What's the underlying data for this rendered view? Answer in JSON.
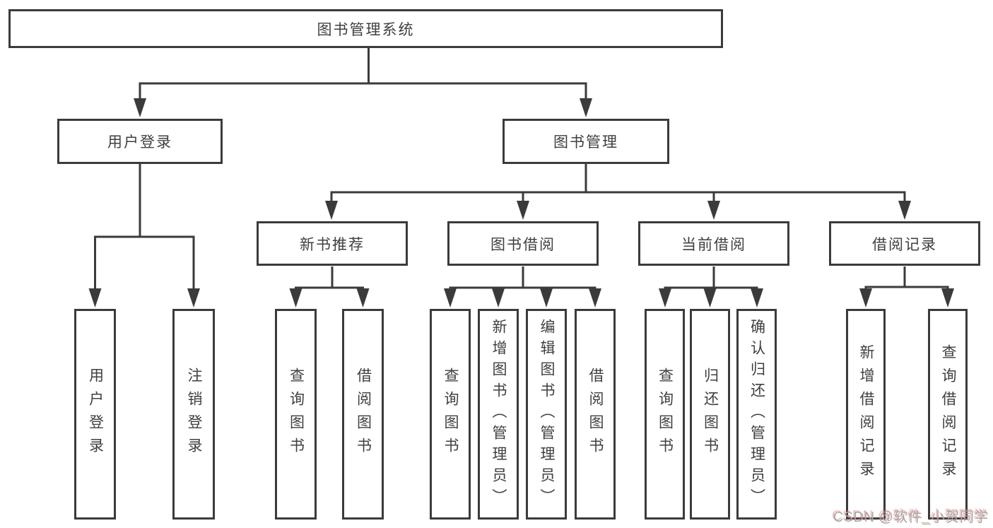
{
  "diagram": {
    "root": {
      "label": "图书管理系统"
    },
    "level2": [
      {
        "label": "用户登录"
      },
      {
        "label": "图书管理"
      }
    ],
    "level3": [
      {
        "label": "新书推荐"
      },
      {
        "label": "图书借阅"
      },
      {
        "label": "当前借阅"
      },
      {
        "label": "借阅记录"
      }
    ],
    "leaves": {
      "user_login": [
        "用户登录",
        "注销登录"
      ],
      "new_books": [
        "查询图书",
        "借阅图书"
      ],
      "book_borrow": [
        "查询图书",
        "新增图书（管理员）",
        "编辑图书（管理员）",
        "借阅图书"
      ],
      "current_borrow": [
        "查询图书",
        "归还图书",
        "确认归还（管理员）"
      ],
      "borrow_records": [
        "新增借阅记录",
        "查询借阅记录"
      ]
    }
  },
  "watermark": "CSDN @软件_小贺同学",
  "colors": {
    "line": "#3b3b3b",
    "box_border": "#3b3b3b",
    "text": "#3f3f3f",
    "background": "#ffffff",
    "watermark_gray": "#a6a6a6",
    "watermark_red": "#e76a6a"
  }
}
